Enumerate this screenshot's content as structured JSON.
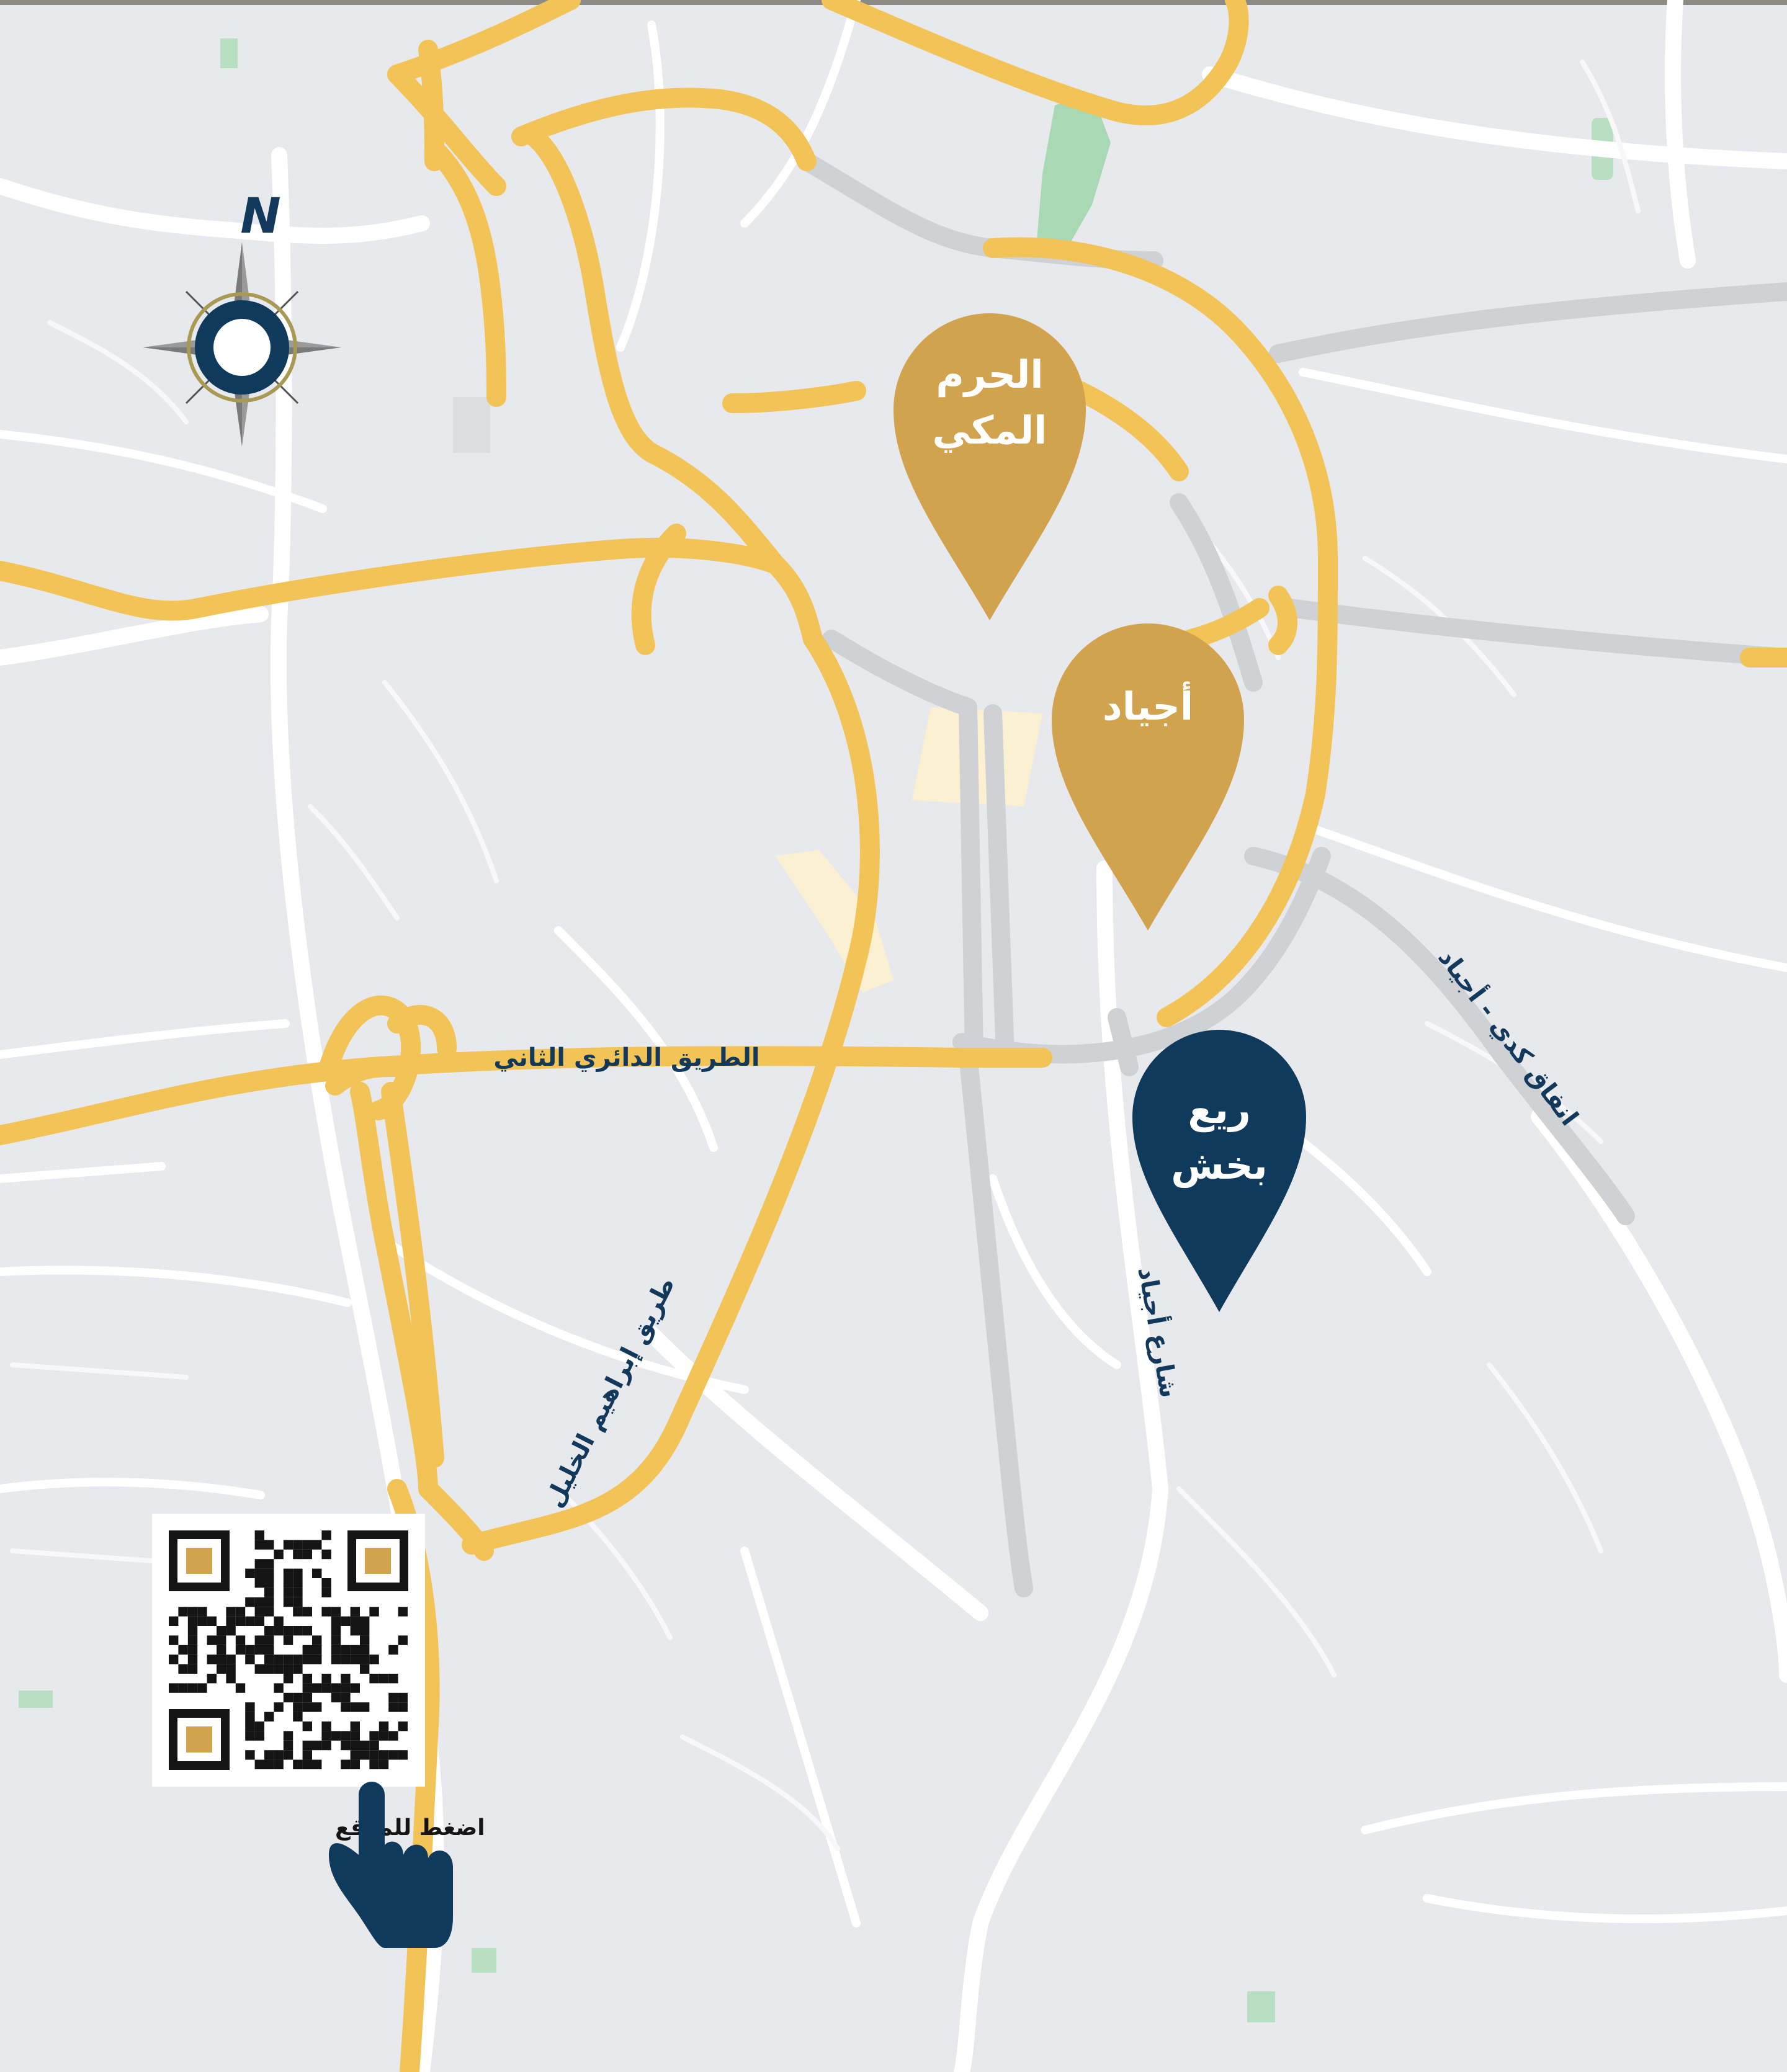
{
  "map": {
    "compass": {
      "north_label": "N"
    },
    "markers": {
      "haram": {
        "lines": [
          "الحرم",
          "المكي"
        ],
        "color": "#d2a34f"
      },
      "ajyad": {
        "lines": [
          "أجياد"
        ],
        "color": "#d2a34f"
      },
      "project": {
        "lines": [
          "ريع",
          "بخش"
        ],
        "color": "#0f3a5c"
      }
    },
    "road_labels": {
      "ring_road": "الطريق الدائري الثاني",
      "ibrahim_khalil": "طريق إبراهيم الخليل",
      "ajyad_street": "شارع أجياد",
      "kudai_tunnels": "انفاق كدي - أجياد"
    },
    "qr": {
      "caption": "اضغط للموقع",
      "accent_color": "#d2a34f"
    },
    "colors": {
      "background": "#e8e9ec",
      "major_road": "#f2c457",
      "minor_road": "#ffffff",
      "tunnel": "#cfd1d5",
      "park": "#a9d8b4",
      "brand_navy": "#0f3a5c",
      "brand_gold": "#d2a34f"
    }
  }
}
